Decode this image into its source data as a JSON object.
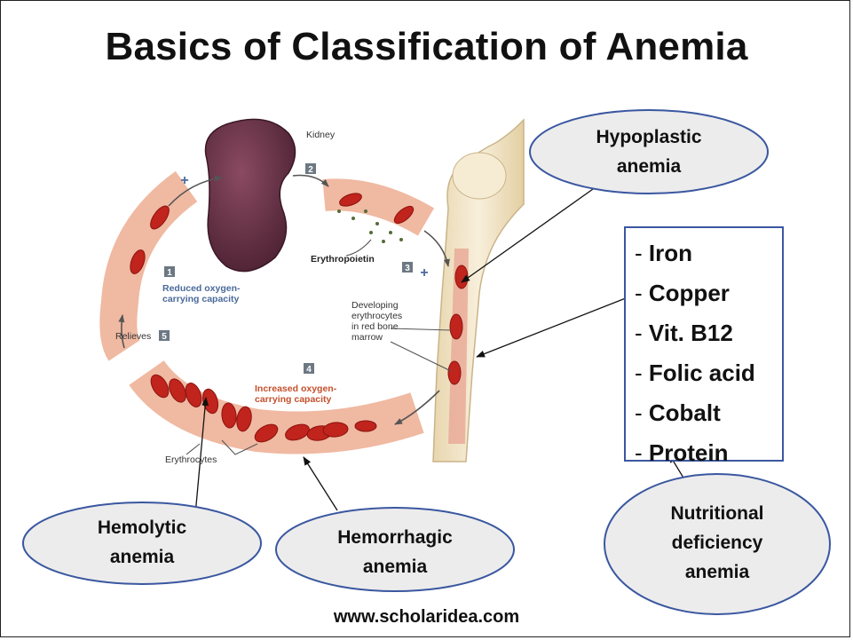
{
  "title": "Basics of Classification of Anemia",
  "callouts": {
    "hypoplastic": [
      "Hypoplastic",
      "anemia"
    ],
    "hemolytic": [
      "Hemolytic",
      "anemia"
    ],
    "hemorrhagic": [
      "Hemorrhagic",
      "anemia"
    ],
    "nutritional": [
      "Nutritional",
      "deficiency",
      "anemia"
    ]
  },
  "nutrients": [
    {
      "dash": "- ",
      "name": "Iron"
    },
    {
      "dash": "- ",
      "name": "Copper"
    },
    {
      "dash": "- ",
      "name": "Vit. B12"
    },
    {
      "dash": "- ",
      "name": "Folic acid"
    },
    {
      "dash": "- ",
      "name": "Cobalt"
    },
    {
      "dash": "- ",
      "name": "Protein"
    }
  ],
  "figure_labels": {
    "kidney": "Kidney",
    "erythropoietin": "Erythropoietin",
    "step1": "1",
    "step2": "2",
    "step3": "3",
    "step4": "4",
    "step5": "5",
    "reduced": [
      "Reduced oxygen-",
      "carrying capacity"
    ],
    "developing": [
      "Developing",
      "erythrocytes",
      "in red bone",
      "marrow"
    ],
    "increased": [
      "Increased oxygen-",
      "carrying capacity"
    ],
    "relieves": "Relieves",
    "erythrocytes": "Erythrocytes",
    "plus": "+"
  },
  "footer": "www.scholaridea.com",
  "colors": {
    "ellipse_fill": "#ececec",
    "ellipse_stroke": "#3a57a0",
    "vessel": "#f2c4b0",
    "rbc": "#c0241c",
    "kidney": "#6b3348",
    "bone": "#f3e6c8"
  }
}
